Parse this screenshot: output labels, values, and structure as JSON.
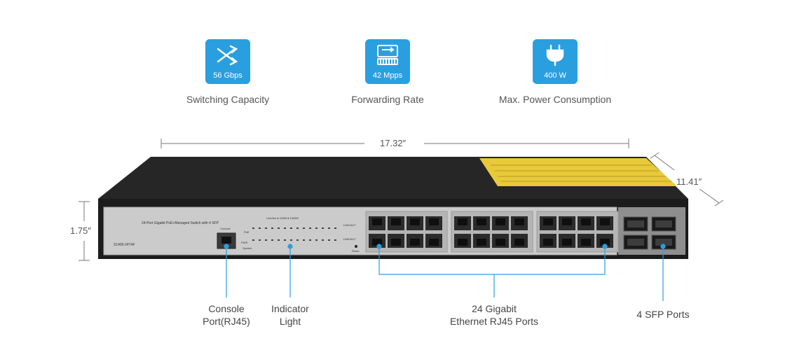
{
  "specs": [
    {
      "value": "56 Gbps",
      "caption": "Switching Capacity",
      "icon": "switching-arrows-icon"
    },
    {
      "value": "42 Mpps",
      "caption": "Forwarding Rate",
      "icon": "forwarding-chip-icon"
    },
    {
      "value": "400 W",
      "caption": "Max. Power Consumption",
      "icon": "power-plug-icon"
    }
  ],
  "dimensions": {
    "width": "17.32″",
    "depth": "11.41″",
    "height": "1.75″"
  },
  "device": {
    "title": "24-Port Gigabit PoE+Managed Switch with 4 SFP",
    "model": "S1400-24T4F",
    "console_label": "Console",
    "reset_label": "Reset",
    "led_header": "Link/Act  ● 100M  ● 1000M",
    "link_act_label": "LINK/ACT",
    "poe_label": "PoE",
    "power_label": "PWR",
    "system_label": "System"
  },
  "callouts": {
    "console": [
      "Console",
      "Port(RJ45)"
    ],
    "indicator": [
      "Indicator",
      "Light"
    ],
    "rj45": [
      "24 Gigabit",
      "Ethernet RJ45 Ports"
    ],
    "sfp": [
      "4 SFP Ports"
    ]
  },
  "colors": {
    "accent": "#2a9fe0",
    "label": "#e8c93a",
    "body": "#1c1c1c",
    "faceplate": "#c9c9c9"
  }
}
